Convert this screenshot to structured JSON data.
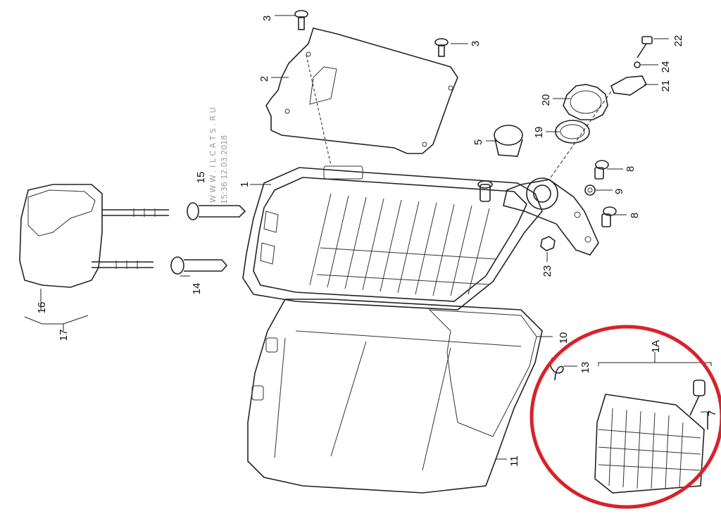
{
  "watermark": {
    "site": "W W W . I L C A T S . R U",
    "stamp": "15:36 12.03.2018"
  },
  "callouts": {
    "n1": "1",
    "n1a": "1A",
    "n2": "2",
    "n3a": "3",
    "n3b": "3",
    "n5": "5",
    "n7": "7",
    "n8a": "8",
    "n8b": "8",
    "n9": "9",
    "n10": "10",
    "n11": "11",
    "n13": "13",
    "n14": "14",
    "n15": "15",
    "n16": "16",
    "n17": "17",
    "n19": "19",
    "n20": "20",
    "n21": "21",
    "n22": "22",
    "n23": "23",
    "n24": "24"
  },
  "colors": {
    "line": "#222222",
    "highlight_circle": "#d8222a",
    "background": "#ffffff"
  }
}
